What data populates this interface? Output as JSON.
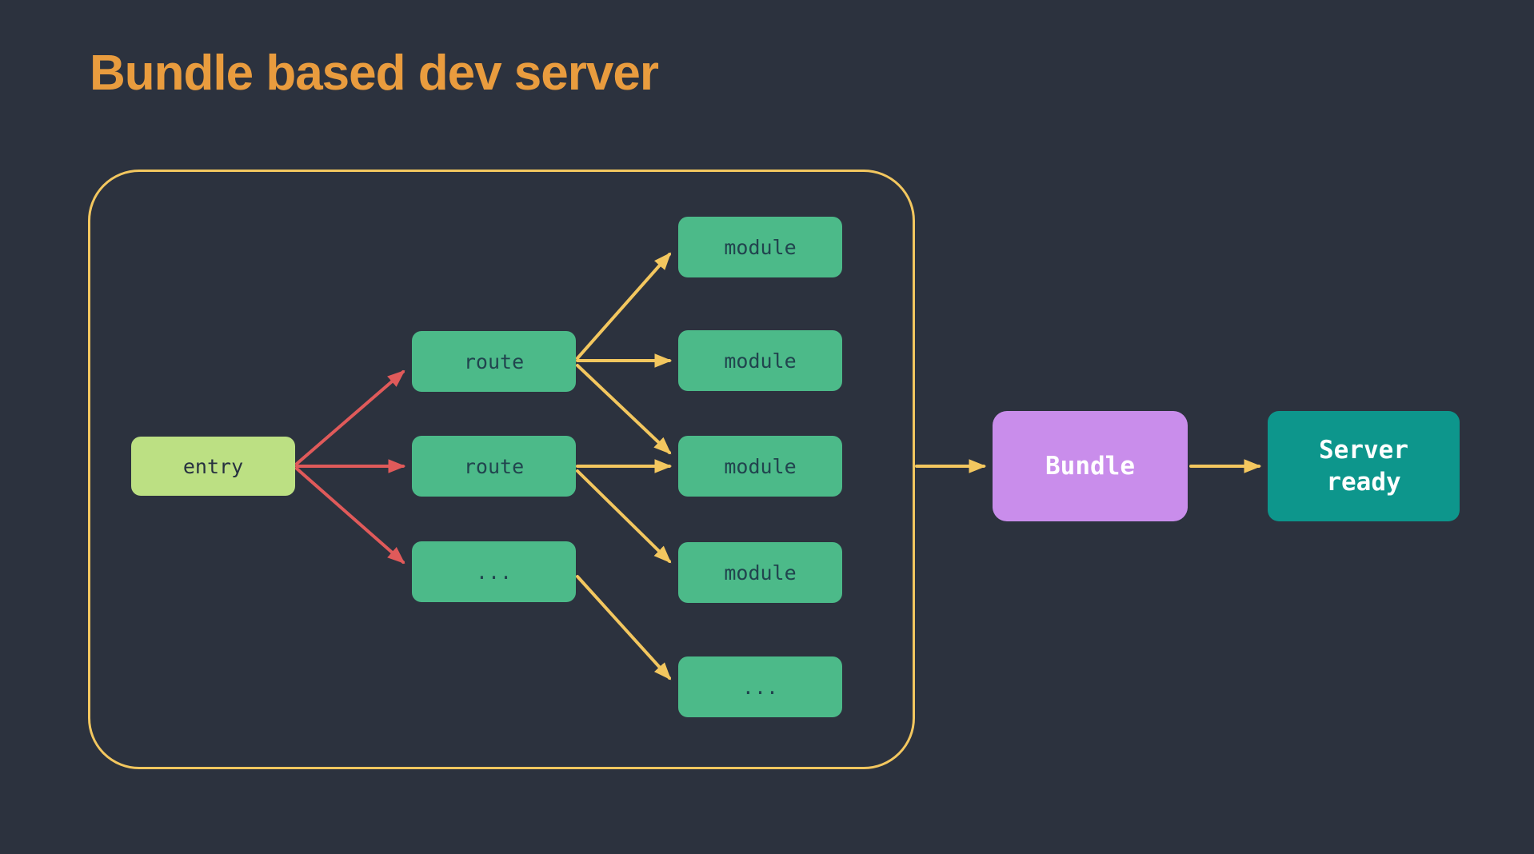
{
  "title": "Bundle based dev server",
  "colors": {
    "background": "#2c323e",
    "title": "#e99c3e",
    "boundary_outline": "#f3c75f",
    "arrow_yellow": "#f3c75f",
    "arrow_red": "#e05a5a",
    "entry_fill": "#bce083",
    "route_module_fill": "#4cba89",
    "route_module_text": "#21444e",
    "bundle_fill": "#c98deb",
    "server_ready_fill": "#0d968c"
  },
  "diagram": {
    "entry_label": "entry",
    "routes": [
      "route",
      "route",
      "..."
    ],
    "modules": [
      "module",
      "module",
      "module",
      "module",
      "..."
    ],
    "bundle_label": "Bundle",
    "server_label": "Server ready"
  }
}
